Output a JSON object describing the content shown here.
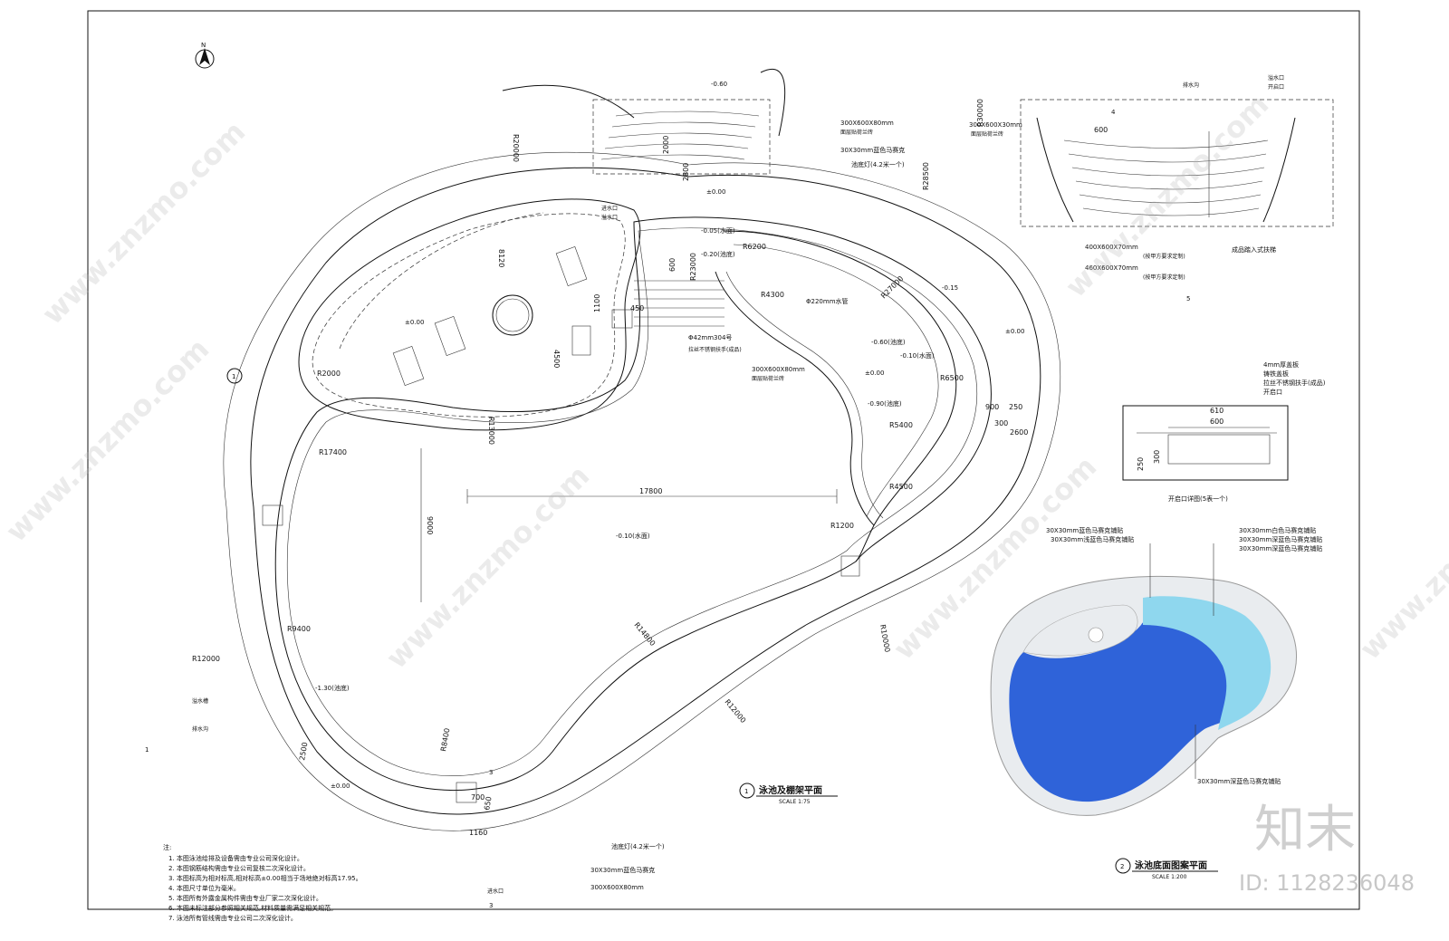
{
  "titles": {
    "plan": "泳池及棚架平面",
    "plan_scale": "SCALE 1:75",
    "pattern": "泳池底面图案平面",
    "pattern_scale": "SCALE 1:200",
    "detail": "开启口详图(5表一个)"
  },
  "dims": [
    "17800",
    "9000",
    "8120",
    "4500",
    "R2000",
    "R1200",
    "R17400",
    "R9400",
    "R12000",
    "R14800",
    "R10000",
    "R12000",
    "R8400",
    "R6500",
    "R5400",
    "R4500",
    "R20000",
    "R13000",
    "R6200",
    "R4300",
    "R23000",
    "R27000",
    "R28500",
    "R30000",
    "2600",
    "2500",
    "1160",
    "700",
    "650",
    "1100",
    "450",
    "300",
    "250",
    "900",
    "2800",
    "2000",
    "600",
    "300X600X80mm",
    "300X600X80mm",
    "300X600X30mm",
    "30X30mm"
  ],
  "labels": {
    "elev_0": "±0.00",
    "elev_water": "-0.10(水面)",
    "elev_m060": "-0.60(池底)",
    "elev_m130": "-1.30(池底)",
    "elev_m005": "-0.05(水面)",
    "elev_m020": "-0.20(池底)",
    "elev_m015": "-0.15",
    "elev_m090": "-0.90(池底)",
    "elev_top": "-0.60",
    "pipe_220": "Φ220mm水管",
    "pipe_42": "Φ42mm304号",
    "rail": "拉丝不锈钢扶手(成品)",
    "tile_a": "300X600X80mm",
    "tile_a_note": "面层贴荷兰砖",
    "tile_b": "30X30mm蓝色马赛克",
    "light": "池底灯(4.2米一个)",
    "drain_a": "排水沟",
    "drain_b": "溢水槽",
    "inlet": "进水口",
    "detail_a": "4mm厚盖板",
    "detail_b": "铸铁盖板",
    "detail_c": "开启口",
    "pattern_a": "30X30mm蓝色马赛克铺贴",
    "pattern_b": "30X30mm浅蓝色马赛克铺贴",
    "pattern_c": "30X30mm白色马赛克铺贴",
    "pattern_d": "30X30mm深蓝色马赛克铺贴",
    "pattern_e": "30X30mm深蓝色马赛克铺贴",
    "stair_a": "400X600X70mm",
    "stair_b": "460X600X70mm",
    "stair_note": "(按甲方要求定制)",
    "stair_c": "成品踏入式扶梯",
    "overflow": "溢水口"
  },
  "notes": {
    "head": "注:",
    "items": [
      "1. 本图泳池给排及设备需由专业公司深化设计。",
      "2. 本图钢筋结构需由专业公司复核二次深化设计。",
      "3. 本图标高为相对标高,相对标高±0.00相当于场地绝对标高17.95。",
      "4. 本图尺寸单位为毫米。",
      "5. 本图所有外露金属构件需由专业厂家二次深化设计。",
      "6. 本图未标注部分参照相关规范,材料质量需满足相关规范。",
      "7. 泳池所有管线需由专业公司二次深化设计。"
    ]
  },
  "markers": {
    "north": "N",
    "section_1": "1",
    "section_3": "3",
    "section_4": "4",
    "section_5": "5",
    "plan_no": "1",
    "pattern_no": "2"
  },
  "watermark": {
    "text": "www.znzmo.com",
    "brand": "知末",
    "id_text": "ID: 1128236048"
  },
  "colors": {
    "line": "#111111",
    "pool_deep": "#2f63d9",
    "pool_light": "#8fd7ee",
    "deck": "#e9ecef",
    "watermark": "#b9b9b9"
  }
}
